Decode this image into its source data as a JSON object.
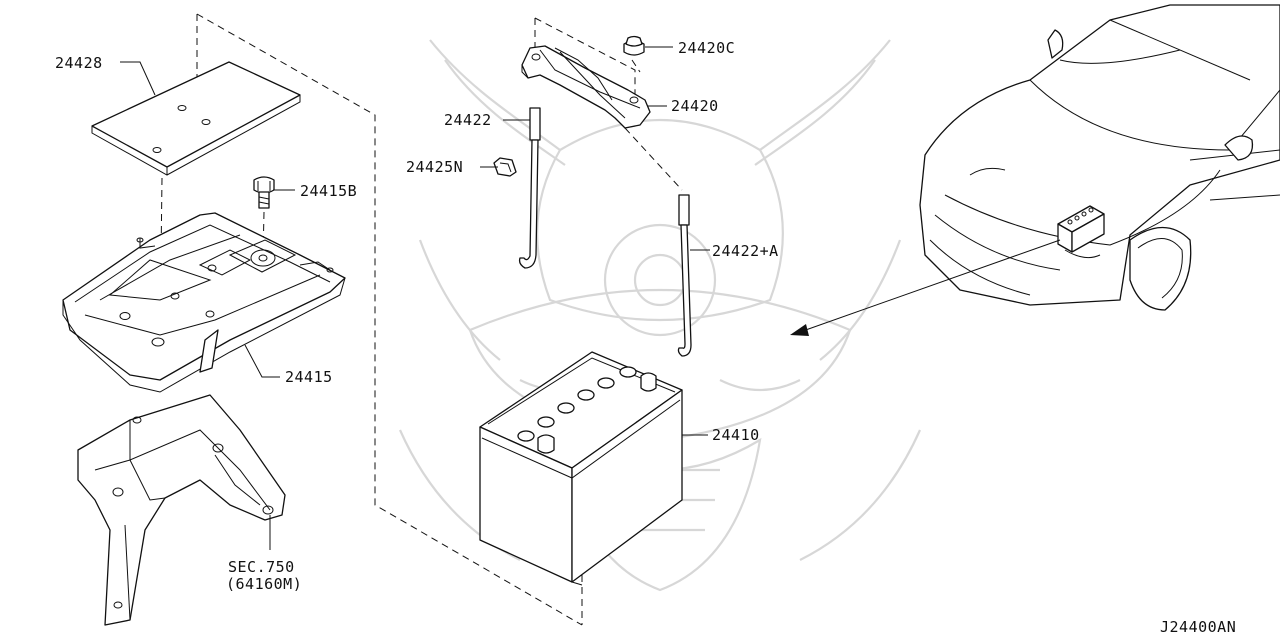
{
  "labels": {
    "p24428": "24428",
    "p24415B": "24415B",
    "p24415": "24415",
    "sec750": "SEC.750",
    "sec750_sub": "(64160M)",
    "p24422": "24422",
    "p24425N": "24425N",
    "p24420C": "24420C",
    "p24420": "24420",
    "p24422A": "24422+A",
    "p24410": "24410",
    "diagram_code": "J24400AN"
  },
  "colors": {
    "line": "#111111",
    "watermark": "#d7d7d7",
    "background": "#ffffff"
  },
  "icons": {
    "watermark": "samurai-helmet-watermark-icon",
    "car": "car-front-view-icon",
    "battery_location": "small-battery-icon"
  }
}
